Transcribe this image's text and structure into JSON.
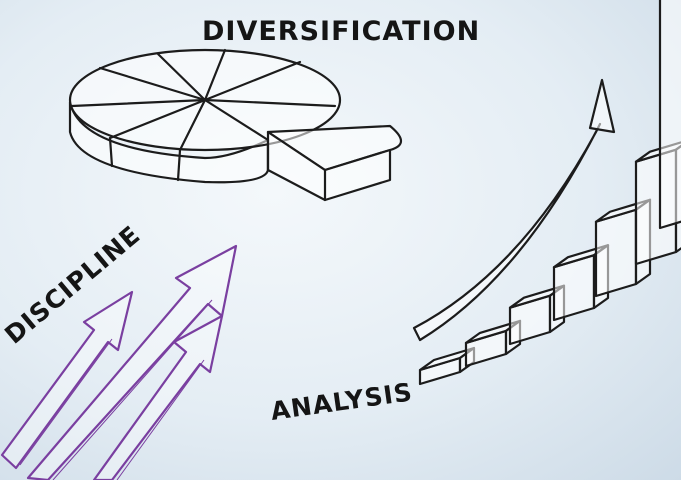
{
  "labels": {
    "diversification": "DIVERSIFICATION",
    "discipline": "DISCIPLINE",
    "analysis": "ANALYSIS"
  },
  "colors": {
    "ink": "#1c1c1c",
    "arrows": "#7a3fa0",
    "background": "#e4edf4"
  },
  "bars": {
    "count": 7,
    "relative_heights": [
      0.08,
      0.14,
      0.22,
      0.32,
      0.45,
      0.62,
      1.0
    ]
  }
}
